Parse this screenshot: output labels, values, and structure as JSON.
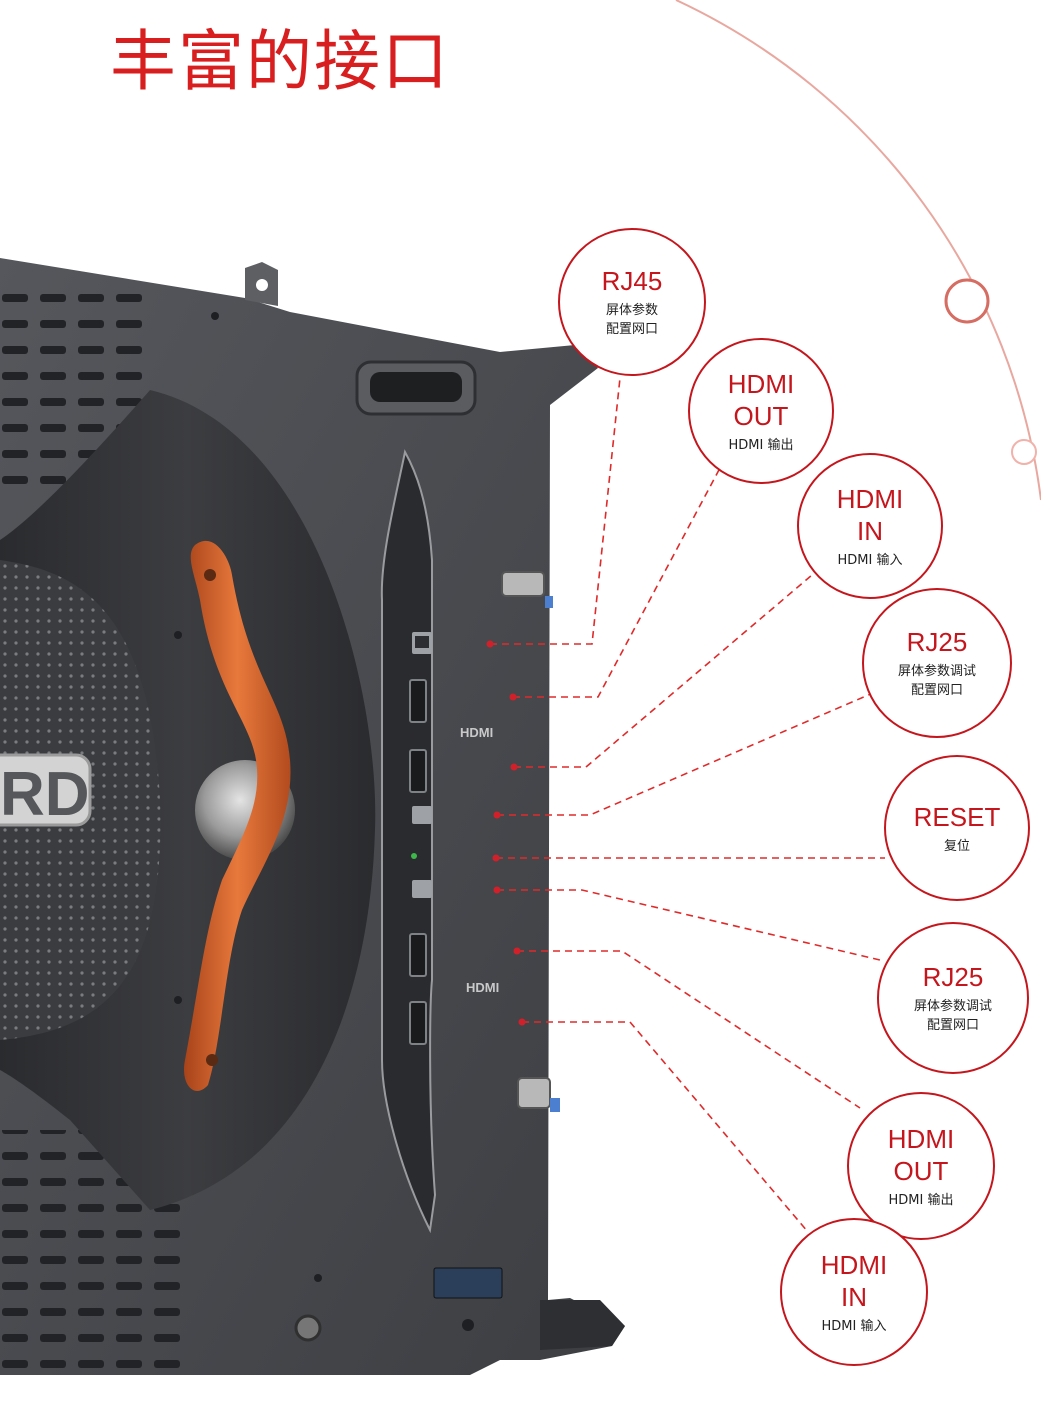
{
  "title": "丰富的接口",
  "colors": {
    "accent": "#c4161c",
    "title": "#d81e1e",
    "panel": "#4b4d52",
    "handle": "#d8652a",
    "arc": "#e8a8a0"
  },
  "panel": {
    "logo_text": "RD",
    "hdmi_marks": [
      "HDMI",
      "HDMI"
    ]
  },
  "callouts": [
    {
      "main": "RJ45",
      "sub": "屏体参数\n配置网口"
    },
    {
      "main": "HDMI\nOUT",
      "sub": "HDMI 输出"
    },
    {
      "main": "HDMI\nIN",
      "sub": "HDMI 输入"
    },
    {
      "main": "RJ25",
      "sub": "屏体参数调试\n配置网口"
    },
    {
      "main": "RESET",
      "sub": "复位"
    },
    {
      "main": "RJ25",
      "sub": "屏体参数调试\n配置网口"
    },
    {
      "main": "HDMI\nOUT",
      "sub": "HDMI 输出"
    },
    {
      "main": "HDMI\nIN",
      "sub": "HDMI 输入"
    }
  ]
}
